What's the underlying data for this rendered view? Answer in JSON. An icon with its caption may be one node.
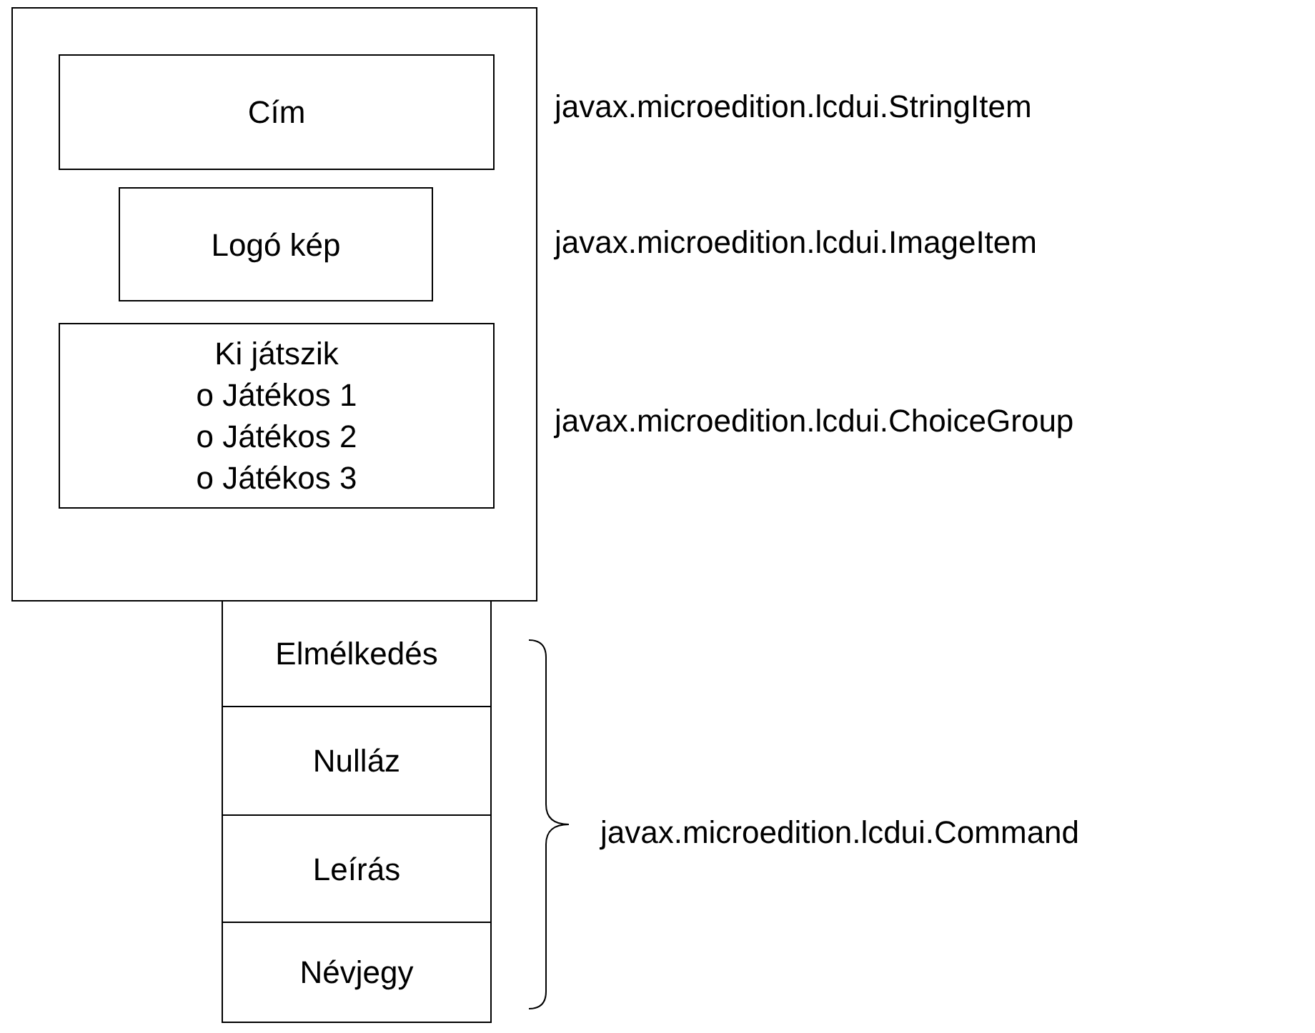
{
  "diagram": {
    "nodes": [
      {
        "text": [],
        "shape": "box"
      },
      {
        "text": [
          "Cím"
        ],
        "in": 0
      },
      {
        "text": [
          "Logó kép"
        ],
        "in": 0
      },
      {
        "text": [
          "Ki játszik",
          "o Játékos 1",
          "o Játékos 2",
          "o Játékos 3"
        ],
        "in": 0
      },
      {
        "text": [
          "Elmélkedés"
        ]
      },
      {
        "text": [
          "Nulláz"
        ]
      },
      {
        "text": [
          "Leírás"
        ]
      },
      {
        "text": [
          "Névjegy"
        ]
      }
    ],
    "labels": [
      "javax.microedition.lcdui.StringItem",
      "javax.microedition.lcdui.ImageItem",
      "javax.microedition.lcdui.ChoiceGroup",
      "javax.microedition.lcdui.Command"
    ]
  }
}
